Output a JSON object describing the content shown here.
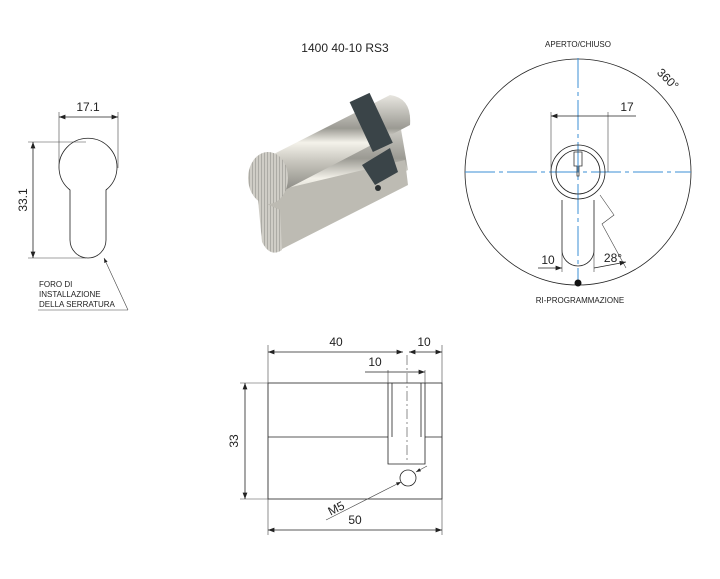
{
  "title": "1400 40-10 RS3",
  "profile_view": {
    "width_dim": "17.1",
    "height_dim": "33.1",
    "note_lines": [
      "FORO DI",
      "INSTALLAZIONE",
      "DELLA SERRATURA"
    ]
  },
  "front_view": {
    "top_label": "APERTO/CHIUSO",
    "bottom_label": "RI-PROGRAMMAZIONE",
    "rotation_dim": "360°",
    "diameter_dim": "17",
    "cam_width_dim": "10",
    "angle_dim": "28°"
  },
  "side_view": {
    "length_a_dim": "40",
    "length_b_dim": "10",
    "cam_dim": "10",
    "height_dim": "33",
    "total_length_dim": "50",
    "screw_dim": "M5"
  },
  "colors": {
    "centerline": "#3b8fd6",
    "cam": "#3a4448"
  }
}
